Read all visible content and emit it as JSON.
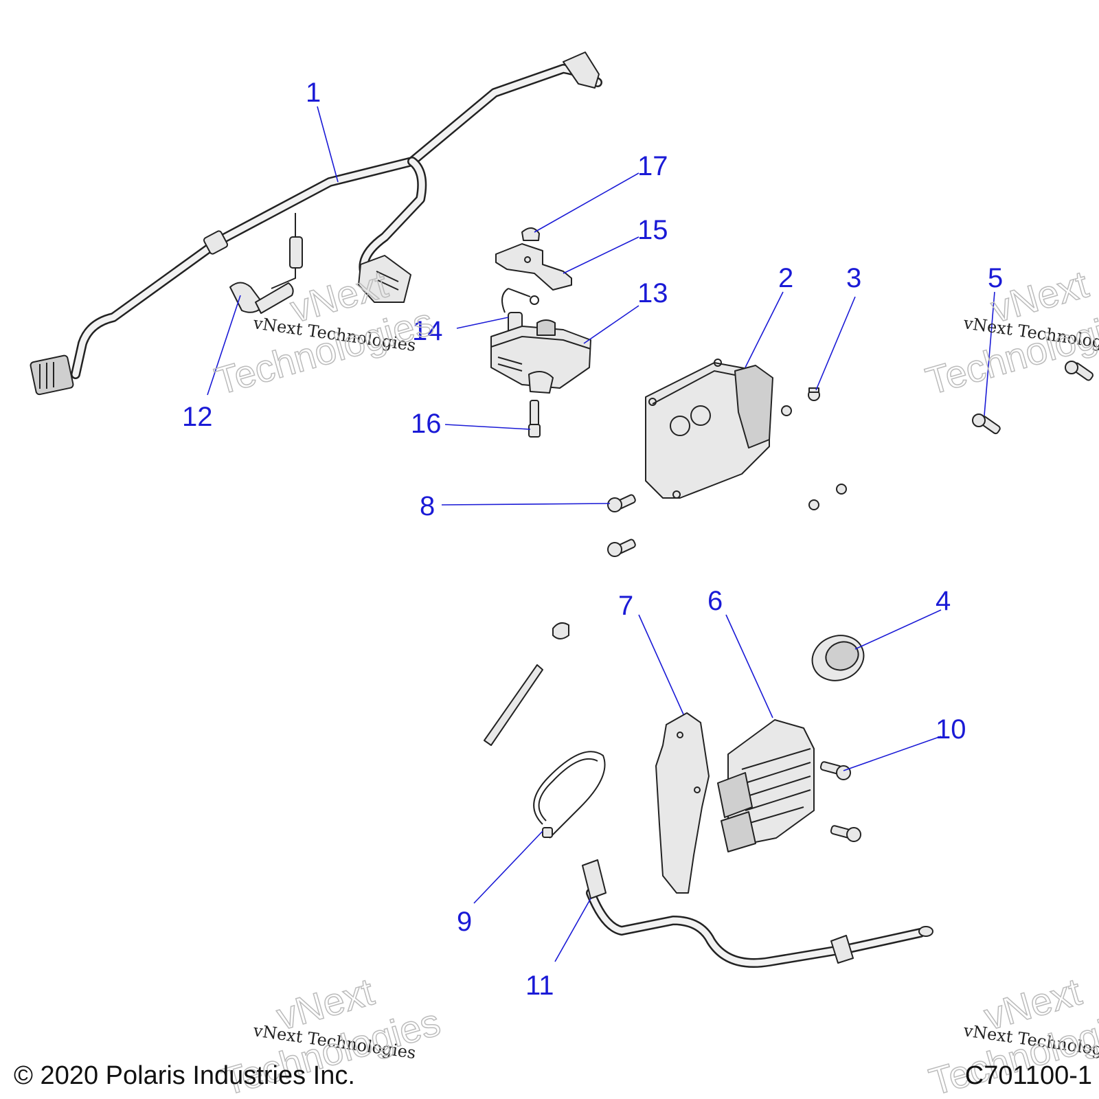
{
  "callouts": [
    "1",
    "2",
    "3",
    "4",
    "5",
    "6",
    "7",
    "8",
    "9",
    "10",
    "11",
    "12",
    "13",
    "14",
    "15",
    "16",
    "17"
  ],
  "watermark": {
    "line1": "vNext Technologies",
    "big1": "vNext",
    "big2": "Technologies"
  },
  "footer": {
    "copyright": "© 2020 Polaris Industries Inc.",
    "figure_id": "C701100-1"
  },
  "colors": {
    "callout": "#1a1ad6",
    "line_art": "#222222"
  }
}
